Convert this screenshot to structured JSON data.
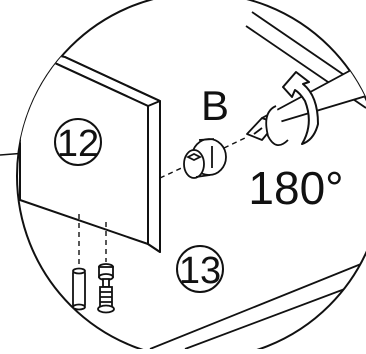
{
  "diagram": {
    "labels": {
      "panel_number": "12",
      "floor_number": "13",
      "part_letter": "B",
      "rotation": "180°"
    },
    "icons": [
      "screwdriver-icon",
      "rotate-clockwise-arrow-icon",
      "cam-lock-fitting-icon",
      "dowel-icon",
      "cam-bolt-icon"
    ],
    "colors": {
      "line": "#111111",
      "fill": "#ffffff",
      "arrow_fill": "#ffffff"
    }
  }
}
